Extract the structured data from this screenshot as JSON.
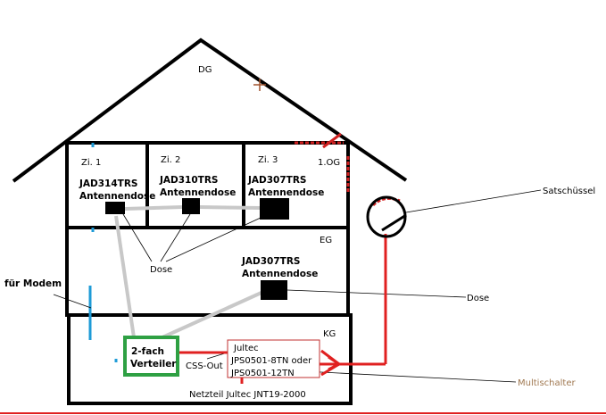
{
  "floors": {
    "dg": "DG",
    "og": "1.OG",
    "eg": "EG",
    "kg": "KG"
  },
  "rooms": {
    "zi1": "Zi. 1",
    "zi2": "Zi. 2",
    "zi3": "Zi. 3"
  },
  "sockets": {
    "zi1": {
      "model": "JAD314TRS",
      "type": "Antennendose"
    },
    "zi2": {
      "model": "JAD310TRS",
      "type": "Antennendose"
    },
    "zi3": {
      "model": "JAD307TRS",
      "type": "Antennendose"
    },
    "eg": {
      "model": "JAD307TRS",
      "type": "Antennendose"
    }
  },
  "labels": {
    "dose": "Dose",
    "dose_right": "Dose",
    "modem": "für Modem",
    "satellite": "Satschüssel",
    "multiswitch": "Multischalter",
    "splitter_line1": "2-fach",
    "splitter_line2": "Verteiler",
    "css_out": "CSS-Out",
    "jultec_line1": "Jultec",
    "jultec_line2": "JPS0501-8TN oder",
    "jultec_line3": "JPS0501-12TN",
    "psu": "Netzteil Jultec JNT19-2000"
  },
  "colors": {
    "wall": "#000000",
    "coax": "#c8c8c8",
    "sat_cable": "#e02020",
    "splitter": "#2ea043",
    "modem": "#1e9bd7",
    "multiswitch_label": "#a07850"
  }
}
